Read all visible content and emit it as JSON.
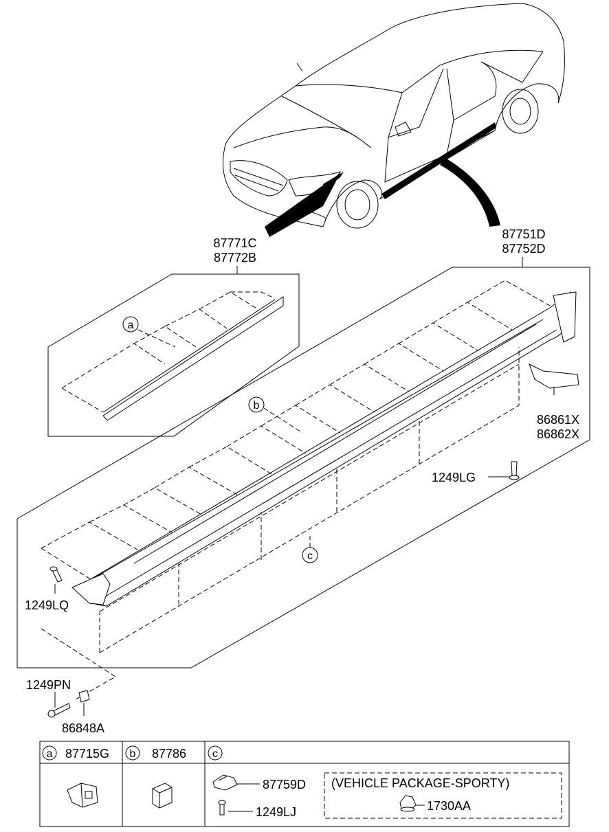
{
  "upper_labels": {
    "front_molding_top": "87771C",
    "front_molding_bottom": "87772B",
    "sill_top": "87751D",
    "sill_bottom": "87752D",
    "bracket_top": "86861X",
    "bracket_bottom": "86862X",
    "screw_lg": "1249LG",
    "screw_lq": "1249LQ",
    "screw_pn": "1249PN",
    "nut": "86848A"
  },
  "callouts": {
    "a": "a",
    "b": "b",
    "c": "c"
  },
  "legend": {
    "a": {
      "letter": "a",
      "part": "87715G"
    },
    "b": {
      "letter": "b",
      "part": "87786"
    },
    "c": {
      "letter": "c",
      "part_clip": "87759D",
      "part_screw": "1249LJ",
      "package_note": "(VEHICLE PACKAGE-SPORTY)",
      "package_part": "1730AA"
    }
  }
}
